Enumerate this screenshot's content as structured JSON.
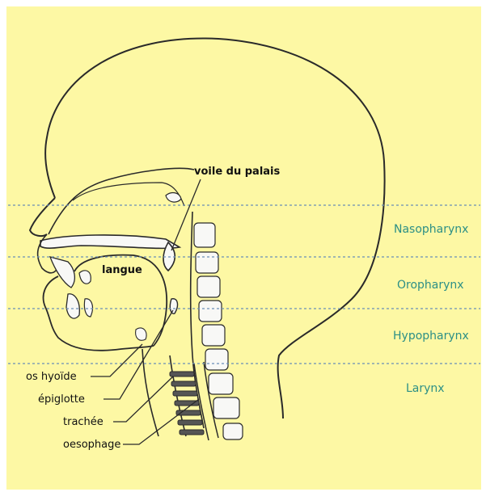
{
  "colors": {
    "background": "#fdf8a4",
    "outline": "#2a2a2a",
    "bone_fill": "#f8f8f6",
    "zone_text": "#2c8f86",
    "dash_line": "#6a8fb8"
  },
  "labels": {
    "voile_du_palais": "voile du palais",
    "langue": "langue",
    "os_hyoide": "os hyoïde",
    "epiglotte": "épiglotte",
    "trachee": "trachée",
    "oesophage": "oesophage"
  },
  "zones": [
    "Nasopharynx",
    "Oropharynx",
    "Hypopharynx",
    "Larynx"
  ]
}
